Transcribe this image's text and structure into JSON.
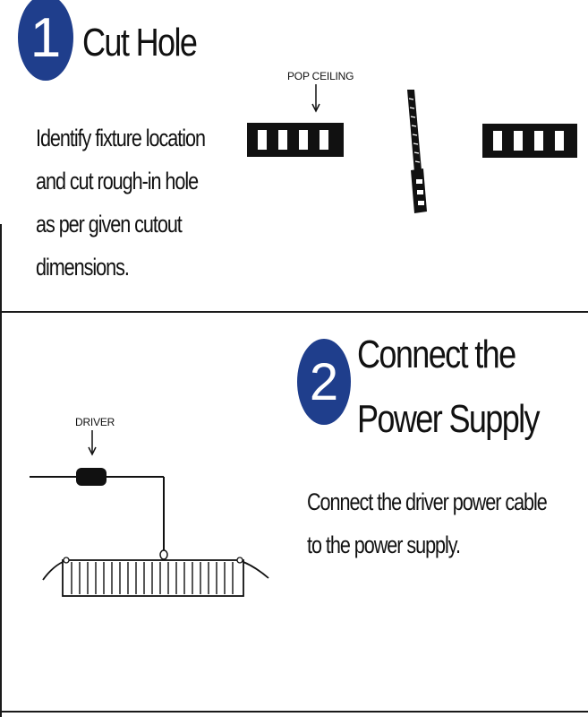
{
  "colors": {
    "accent": "#1f3e8c",
    "line": "#1a1a1a"
  },
  "step1": {
    "number": "1",
    "title": "Cut Hole",
    "description": [
      "Identify fixture location",
      "and cut rough-in hole",
      "as per given cutout",
      "dimensions."
    ],
    "ceiling_label": "POP CEILING"
  },
  "step2": {
    "number": "2",
    "title_lines": [
      "Connect the",
      "Power Supply"
    ],
    "description": [
      "Connect the driver power cable",
      "to the power supply."
    ],
    "driver_label": "DRIVER"
  }
}
